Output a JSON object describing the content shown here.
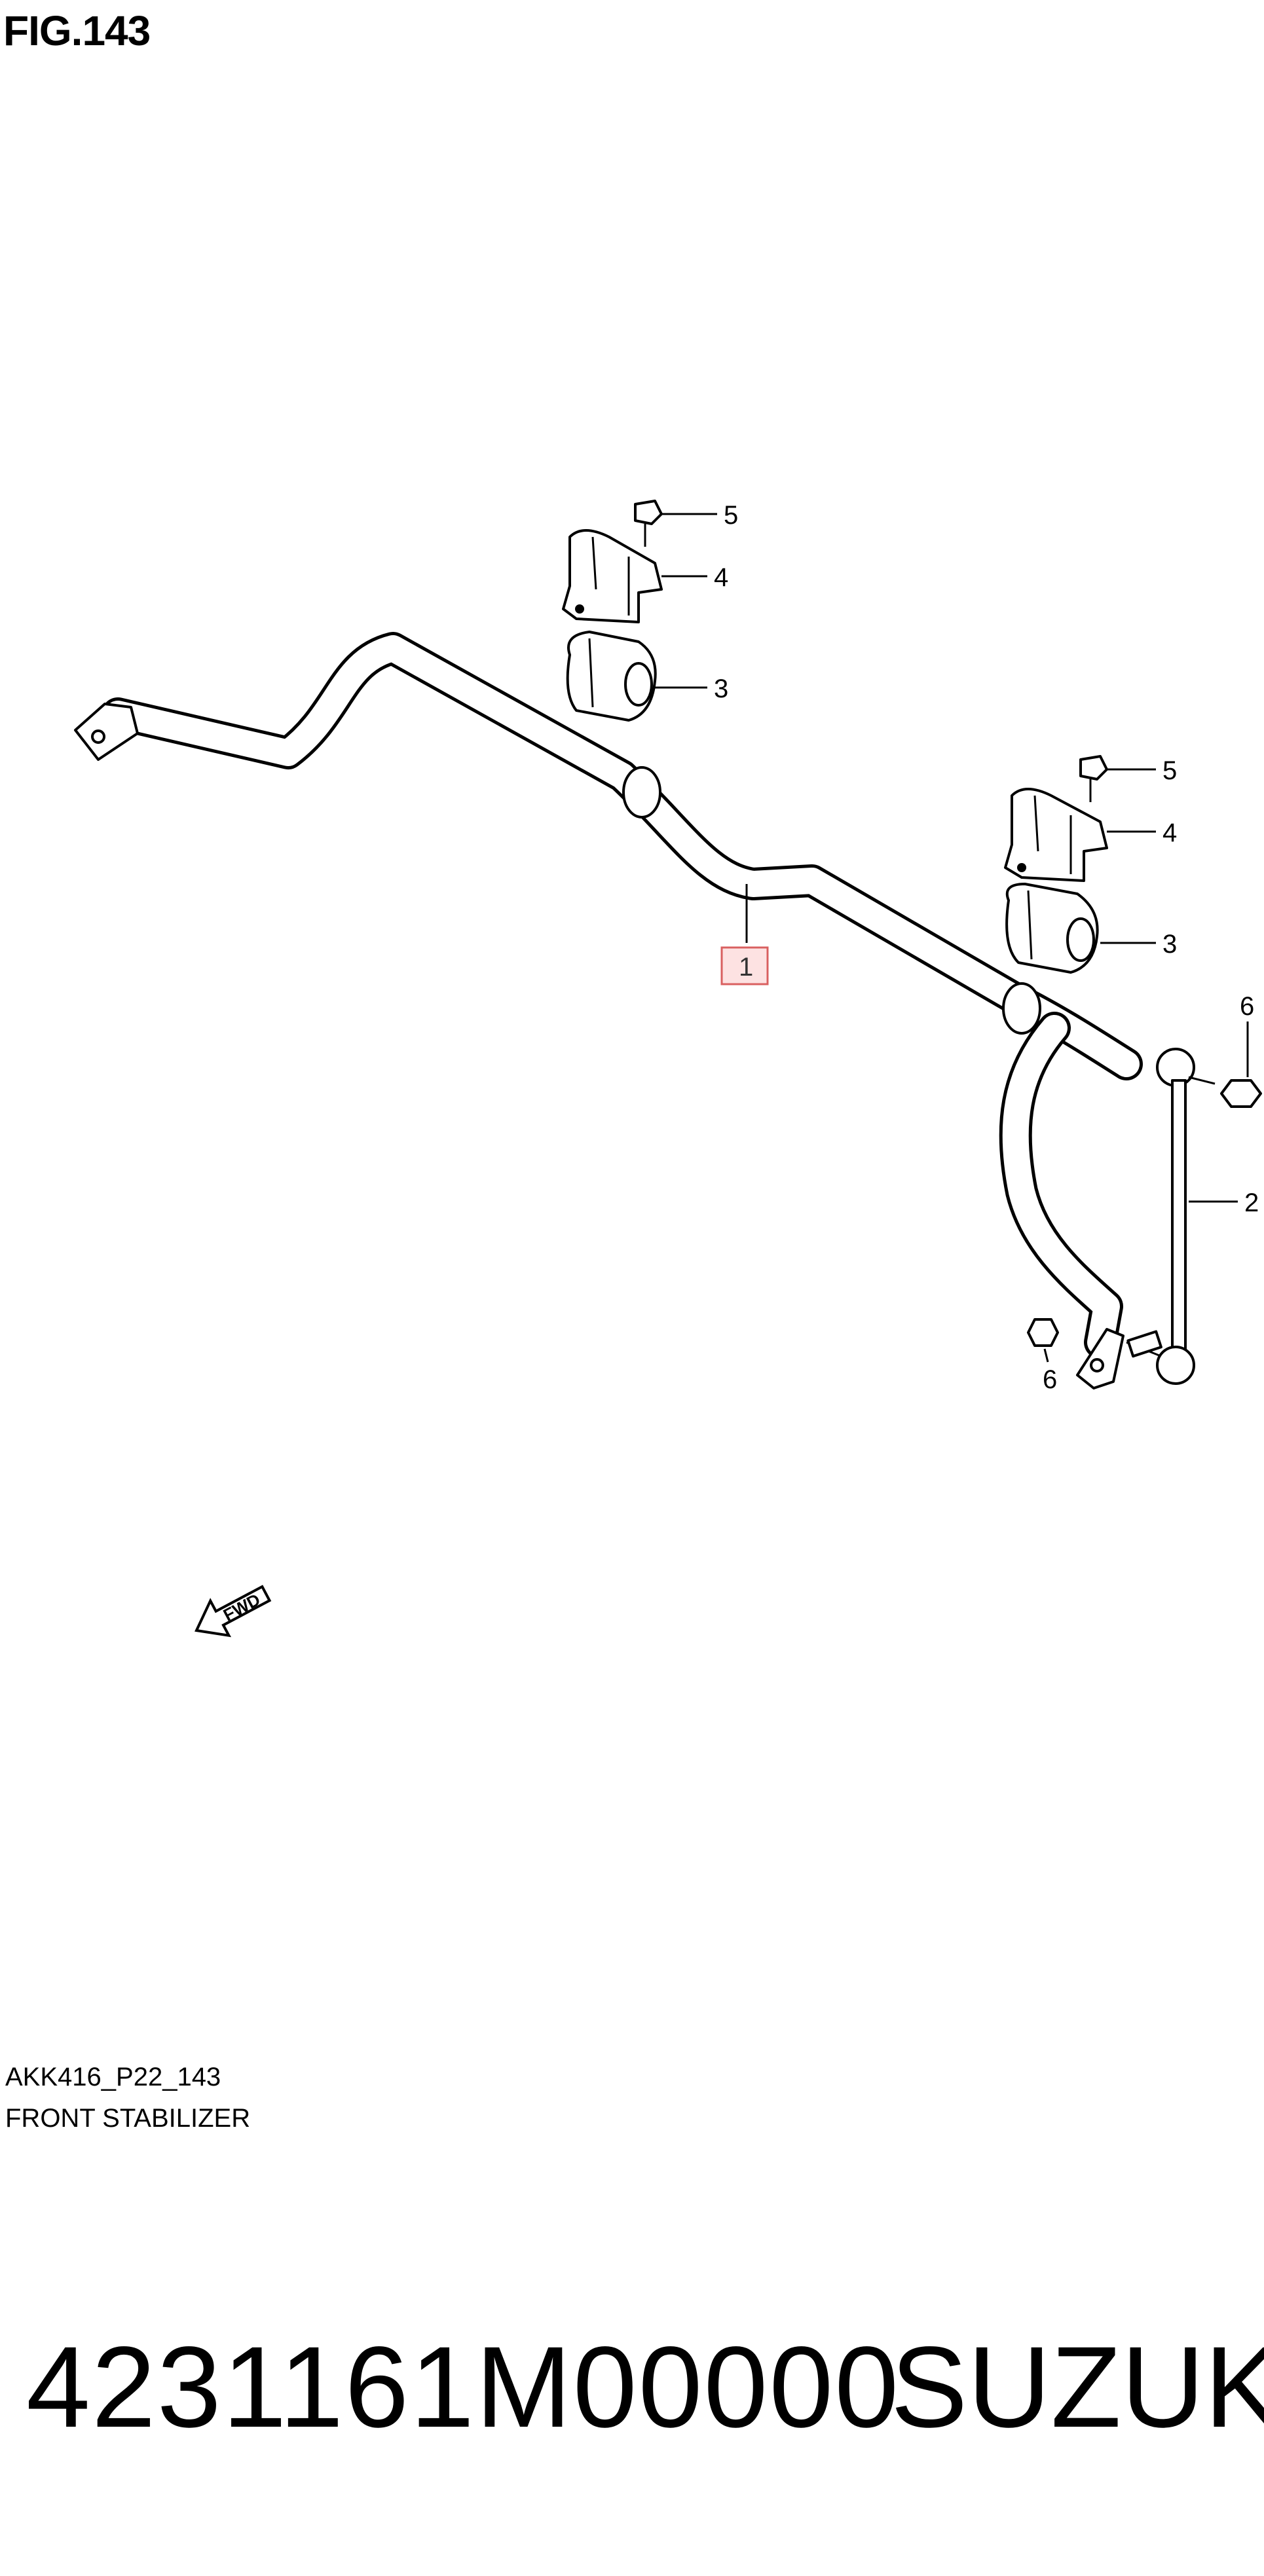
{
  "header": {
    "figure_label": "FIG.143"
  },
  "callouts": {
    "c1": "1",
    "c2": "2",
    "c3a": "3",
    "c3b": "3",
    "c4a": "4",
    "c4b": "4",
    "c5a": "5",
    "c5b": "5",
    "c6a": "6",
    "c6b": "6"
  },
  "fwd_arrow": {
    "label": "FWD"
  },
  "footer": {
    "drawing_code": "AKK416_P22_143",
    "section_name": "FRONT STABILIZER",
    "part_number": "4231161M00000",
    "brand": "SUZUKI"
  },
  "colors": {
    "highlight_fill": "#fde2e2",
    "highlight_stroke": "#d96060"
  }
}
